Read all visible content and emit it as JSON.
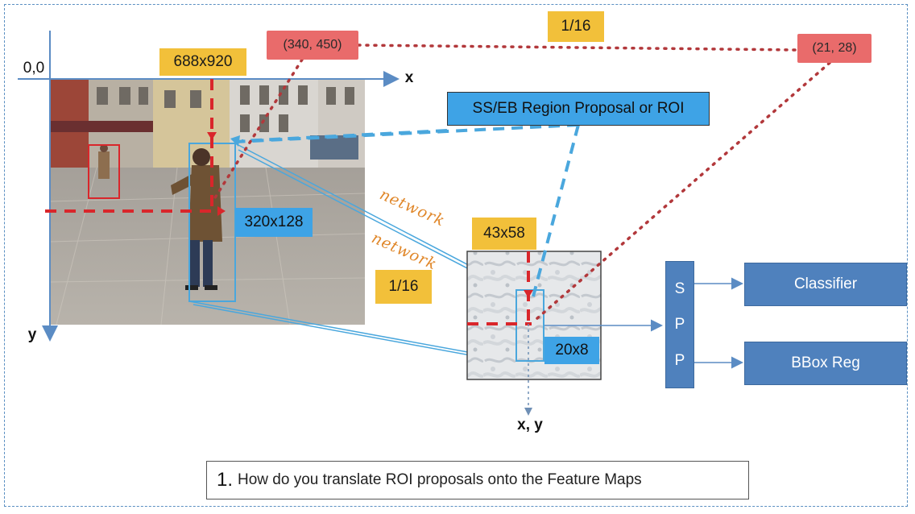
{
  "labels": {
    "origin": "0,0",
    "x_axis": "x",
    "y_axis": "y",
    "image_size": "688x920",
    "roi_coord_image": "(340, 450)",
    "roi_coord_feature": "(21, 28)",
    "scale_top": "1/16",
    "scale_mid": "1/16",
    "region_proposal": "SS/EB Region Proposal or ROI",
    "roi_size_image": "320x128",
    "feature_map_size": "43x58",
    "roi_size_feature": "20x8",
    "network_1": "network",
    "network_2": "network",
    "feature_xy": "x, y",
    "spp": [
      "S",
      "P",
      "P"
    ],
    "classifier": "Classifier",
    "bbox_reg": "BBox Reg"
  },
  "caption": {
    "number": "1.",
    "text": "How do you translate ROI proposals onto the Feature Maps"
  },
  "colors": {
    "axis": "#5b8cc4",
    "red_marker": "#d9262b",
    "dotted_red": "#b2383b",
    "proposal_blue": "#4aa7dd",
    "yellow": "#f2c03a",
    "navy": "#4f81bd"
  },
  "icons": {
    "street_photo": "street-photo-with-pedestrian",
    "feature_map": "grayscale-feature-map-texture"
  }
}
